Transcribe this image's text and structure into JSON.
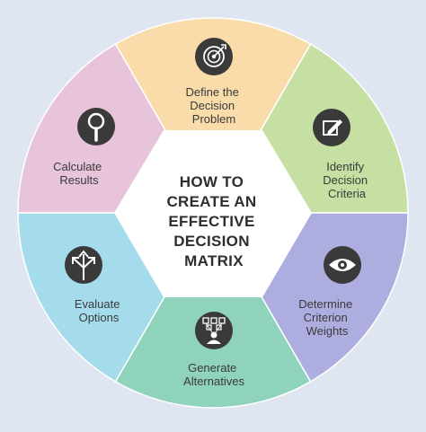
{
  "background_color": "#dfe5f1",
  "center": {
    "lines": [
      "HOW TO",
      "CREATE AN",
      "EFFECTIVE",
      "DECISION",
      "MATRIX"
    ],
    "fill": "#ffffff",
    "text_color": "#2e2e2e"
  },
  "steps": [
    {
      "key": "define",
      "lines": [
        "Define the",
        "Decision",
        "Problem"
      ],
      "color": "#f9dcaa",
      "icon": "target-icon"
    },
    {
      "key": "identify",
      "lines": [
        "Identify",
        "Decision",
        "Criteria"
      ],
      "color": "#c6e0a4",
      "icon": "edit-icon"
    },
    {
      "key": "determine",
      "lines": [
        "Determine",
        "Criterion",
        "Weights"
      ],
      "color": "#adaedf",
      "icon": "eye-icon"
    },
    {
      "key": "generate",
      "lines": [
        "Generate",
        "Alternatives"
      ],
      "color": "#8fd3bd",
      "icon": "alternatives-icon"
    },
    {
      "key": "evaluate",
      "lines": [
        "Evaluate",
        "Options"
      ],
      "color": "#a5dcec",
      "icon": "directions-icon"
    },
    {
      "key": "calculate",
      "lines": [
        "Calculate",
        "Results"
      ],
      "color": "#e8c4da",
      "icon": "magnifier-icon"
    }
  ],
  "icon_circle_color": "#3a3a3a"
}
